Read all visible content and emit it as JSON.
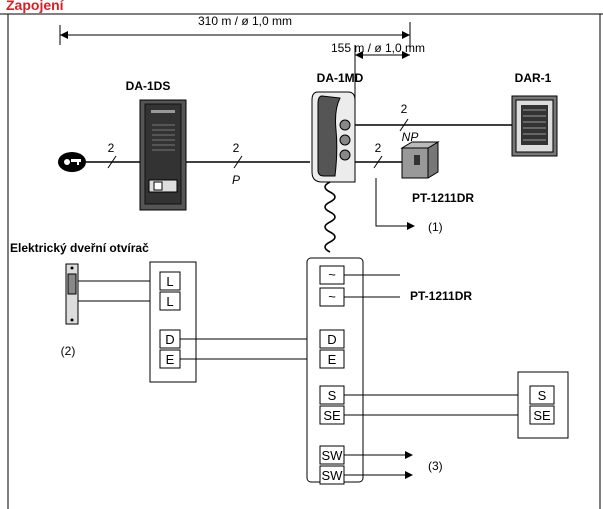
{
  "header": {
    "title": "Zapojení",
    "accent": "#d61f26"
  },
  "dimensions": {
    "long": "310 m / ø 1,0 mm",
    "short": "155 m / ø 1,0 mm"
  },
  "devices": {
    "door_station": "DA-1DS",
    "master": "DA-1MD",
    "sub": "DAR-1",
    "power_top": "PT-1211DR",
    "power_mid": "PT-1211DR",
    "door_release": "Elektrický dveřní otvírač"
  },
  "wires": {
    "key_station": "2",
    "station_master": "2",
    "station_master_type": "P",
    "master_sub": "2",
    "master_sub_type": "NP",
    "master_power": "2"
  },
  "notes": {
    "n1": "(1)",
    "n2": "(2)",
    "n3": "(3)"
  },
  "terminals": {
    "ds": [
      "L",
      "L",
      "D",
      "E"
    ],
    "md_ac": [
      "~",
      "~"
    ],
    "md": [
      "D",
      "E",
      "S",
      "SE",
      "SW",
      "SW"
    ],
    "sub": [
      "S",
      "SE"
    ]
  }
}
